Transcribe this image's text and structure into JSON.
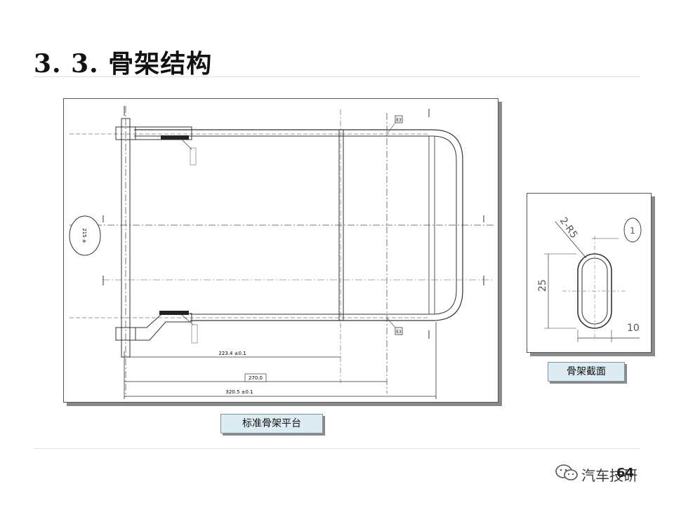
{
  "slide": {
    "title": "3. 3.  骨架结构",
    "page_number": "64"
  },
  "drawing": {
    "caption": "标准骨架平台",
    "dimensions": {
      "width_ellipse": "215 ±",
      "dim_inner": "223.4  ±0.1",
      "dim_mid": "270.0",
      "dim_overall": "320.5  ±0.1"
    },
    "callouts": {
      "top_tag": "E3",
      "bottom_tag": "E3"
    }
  },
  "section": {
    "caption": "骨架截面",
    "radius_label": "2-R5",
    "height_label": "25",
    "width_label": "10",
    "circle_label": "1"
  },
  "watermark": {
    "text": "汽车技研",
    "icon": "wechat-icon"
  },
  "colors": {
    "rule": "#d4e6ea",
    "caption_bg": "#dcecf2",
    "line": "#333333"
  }
}
